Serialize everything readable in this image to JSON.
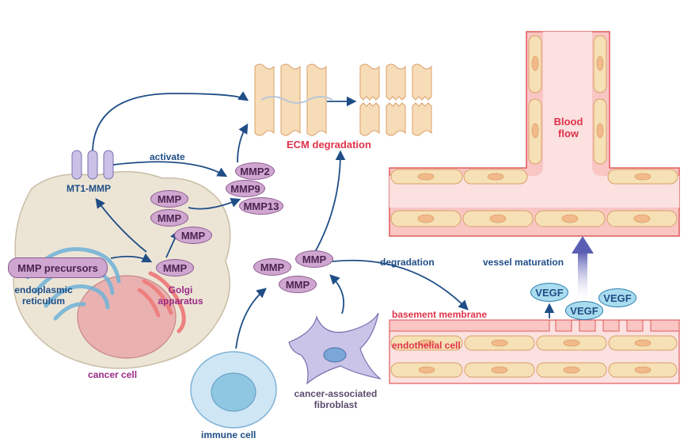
{
  "labels": {
    "mt1_mmp": "MT1-MMP",
    "activate": "activate",
    "ecm_degradation": "ECM degradation",
    "blood_flow_line1": "Blood",
    "blood_flow_line2": "flow",
    "mmp_precursors": "MMP precursors",
    "endoplasmic_line1": "endoplasmic",
    "endoplasmic_line2": "reticulum",
    "golgi_line1": "Golgi",
    "golgi_line2": "apparatus",
    "cancer_cell": "cancer cell",
    "degradation": "degradation",
    "vessel_maturation": "vessel maturation",
    "basement_membrane": "basement membrane",
    "endothelial_cell": "endothelial cell",
    "caf_line1": "cancer-associated",
    "caf_line2": "fibroblast",
    "immune_cell": "immune cell"
  },
  "mmp_pills": {
    "mmp2": "MMP2",
    "mmp9": "MMP9",
    "mmp13": "MMP13",
    "golgi_mmp_a": "MMP",
    "golgi_mmp_b": "MMP",
    "golgi_mmp_c": "MMP",
    "golgi_mmp_d": "MMP",
    "secreted_mmp_a": "MMP",
    "secreted_mmp_b": "MMP",
    "secreted_mmp_c": "MMP"
  },
  "vegf": {
    "a": "VEGF",
    "b": "VEGF",
    "c": "VEGF"
  },
  "colors": {
    "arrow": "#1f4e86",
    "vessel_fill": "#f9cfcd",
    "vessel_border": "#e05a5a",
    "cell_fill": "#f6e0b5",
    "mmp_fill": "#cfa6cf",
    "vegf_fill": "#a9dcef",
    "label_blue": "#1f4e86",
    "label_red": "#e0334a",
    "label_purple": "#9a2a86"
  }
}
